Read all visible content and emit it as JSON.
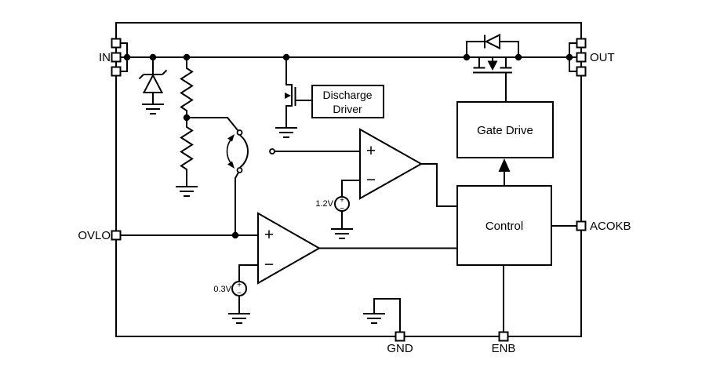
{
  "colors": {
    "line": "#000000",
    "background": "#ffffff"
  },
  "pins": {
    "in": "IN",
    "out": "OUT",
    "ovlo": "OVLO",
    "acokb": "ACOKB",
    "gnd": "GND",
    "enb": "ENB"
  },
  "blocks": {
    "discharge_driver_line1": "Discharge",
    "discharge_driver_line2": "Driver",
    "gate_drive": "Gate Drive",
    "control": "Control"
  },
  "references": {
    "comparator_high": "1.2V",
    "comparator_low": "0.3V"
  },
  "symbols": {
    "plus": "+",
    "minus": "−"
  }
}
